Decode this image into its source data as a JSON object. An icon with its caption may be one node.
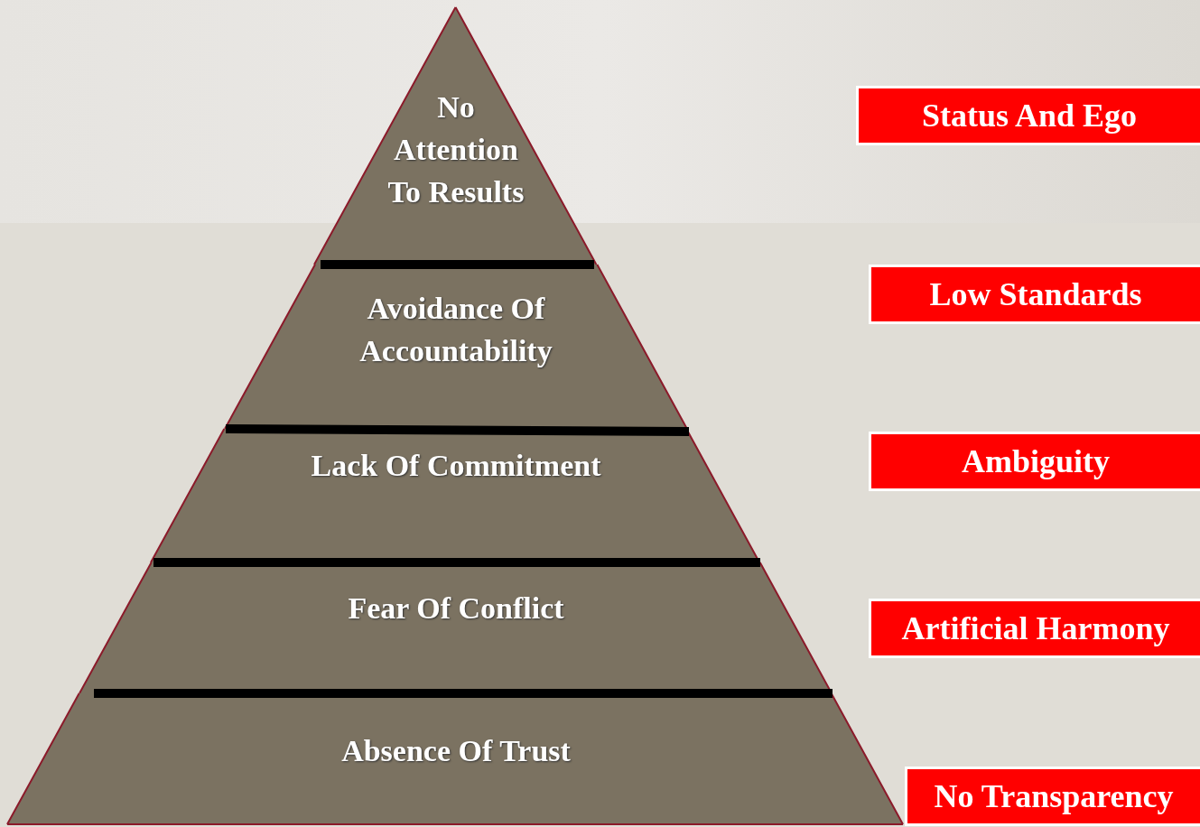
{
  "diagram": {
    "nodes": [
      {
        "text": [
          "No Attention To Results"
        ]
      },
      {
        "text": [
          "Avoidance Of Accountability"
        ]
      },
      {
        "text": [
          "Lack Of Commitment"
        ]
      },
      {
        "text": [
          "Fear Of Conflict"
        ]
      },
      {
        "text": [
          "Absence Of Trust"
        ]
      },
      {
        "text": [
          "Status And Ego"
        ]
      },
      {
        "text": [
          "Low Standards"
        ]
      },
      {
        "text": [
          "Ambiguity"
        ]
      },
      {
        "text": [
          "Artificial Harmony"
        ]
      },
      {
        "text": [
          "No Transparency"
        ]
      }
    ]
  }
}
